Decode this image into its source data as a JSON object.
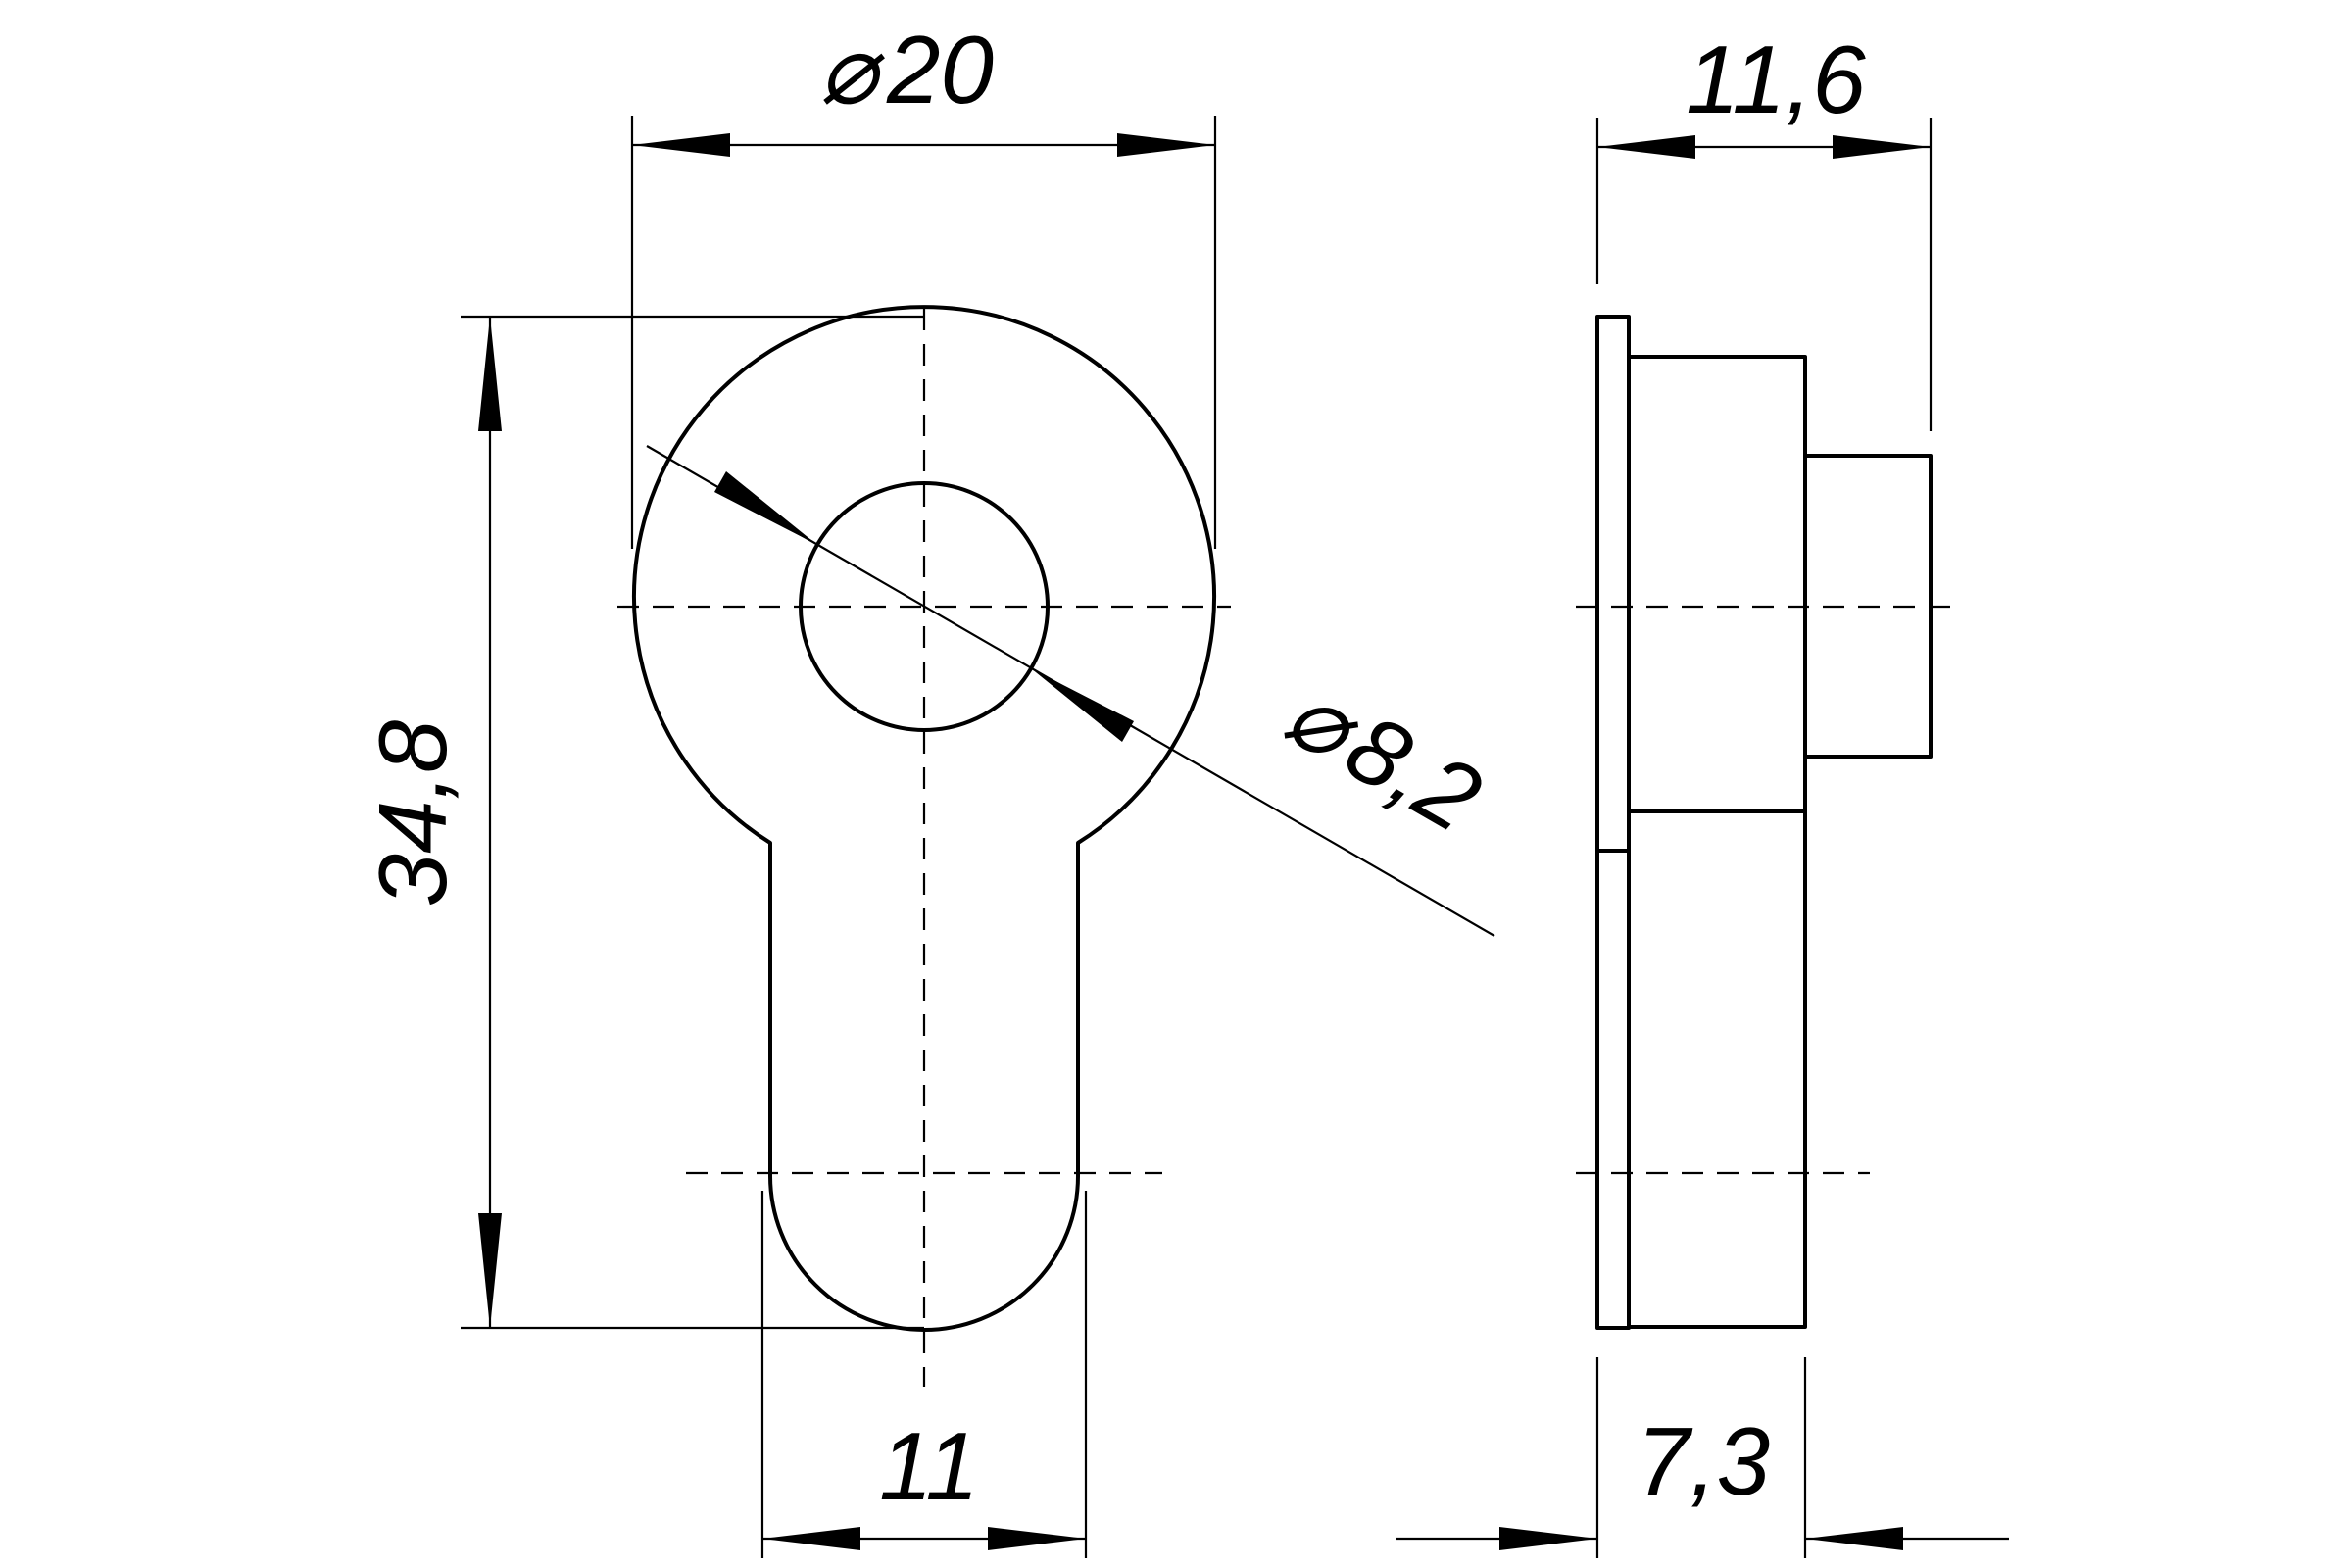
{
  "drawing": {
    "dimensions": {
      "outer_diameter": "20",
      "total_length": "34,8",
      "slot_width": "11",
      "hole_diameter": "8,2",
      "total_depth": "11,6",
      "body_depth": "7,3"
    },
    "colors": {
      "line": "#000000",
      "background": "#ffffff"
    }
  }
}
